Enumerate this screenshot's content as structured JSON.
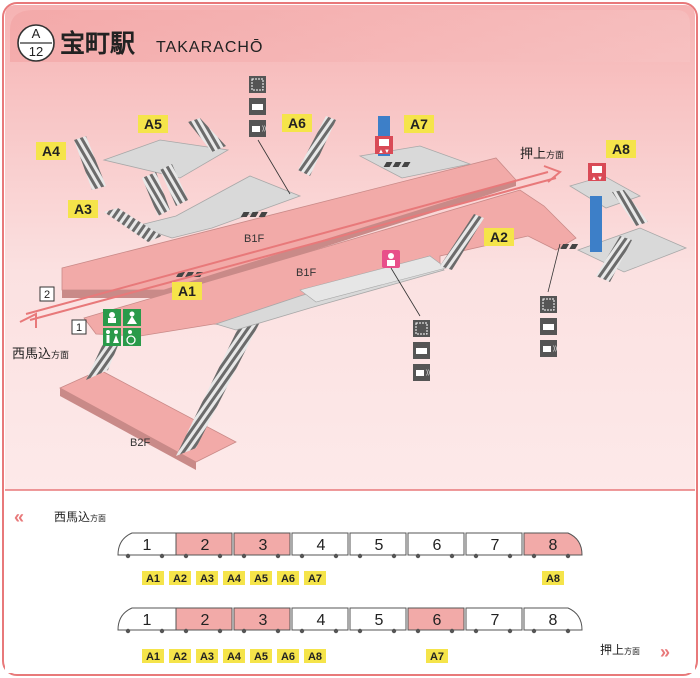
{
  "station": {
    "line_letter": "A",
    "number": "12",
    "name_ja": "宝町駅",
    "name_en": "TAKARACHŌ"
  },
  "directions": {
    "oshiage": "押上",
    "nishimagome": "西馬込",
    "suffix": "方面"
  },
  "exits": [
    "A1",
    "A2",
    "A3",
    "A4",
    "A5",
    "A6",
    "A7",
    "A8"
  ],
  "floors": {
    "b1f_left": "B1F",
    "b1f_center": "B1F",
    "b2f": "B2F"
  },
  "tracks": {
    "track1": "1",
    "track2": "2"
  },
  "icons": {
    "ticket_machine": "ticket-machine-icon",
    "ticket_card": "card-icon",
    "ic_card": "ic-card-icon",
    "elevator": "elevator-icon",
    "toilet": "toilet-icon",
    "baby": "baby-room-icon",
    "multipurpose": "multipurpose-toilet-icon",
    "wheelchair": "wheelchair-icon"
  },
  "colors": {
    "accent": "#e8797a",
    "platform": "#f2aaa8",
    "concourse": "#d9d9d9",
    "exit_badge": "#f5e44a",
    "green": "#2a9a4a",
    "blue": "#3d7fc8"
  },
  "train_guide": {
    "train1": {
      "cars": [
        "1",
        "2",
        "3",
        "4",
        "5",
        "6",
        "7",
        "8"
      ],
      "highlight": [
        2,
        3,
        8
      ],
      "exits_left": [
        "A1",
        "A2",
        "A3",
        "A4",
        "A5",
        "A6",
        "A7"
      ],
      "exits_right": [
        "A8"
      ]
    },
    "train2": {
      "cars": [
        "1",
        "2",
        "3",
        "4",
        "5",
        "6",
        "7",
        "8"
      ],
      "highlight": [
        2,
        3,
        6
      ],
      "exits_left": [
        "A1",
        "A2",
        "A3",
        "A4",
        "A5",
        "A6",
        "A8"
      ],
      "exits_right": [
        "A7"
      ]
    }
  }
}
